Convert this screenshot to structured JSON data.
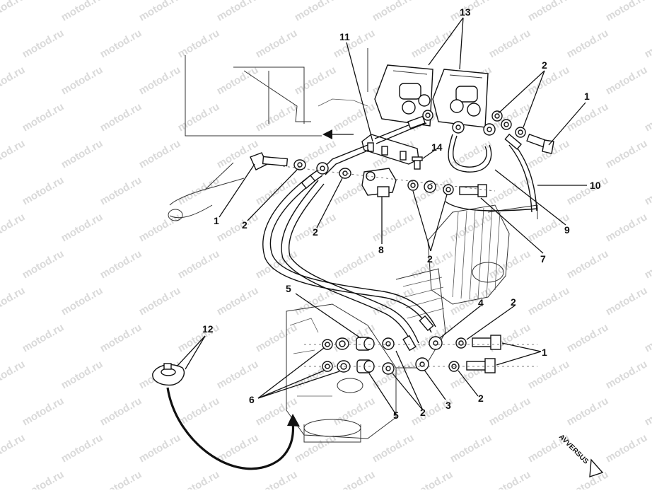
{
  "watermark": "motod.ru",
  "direction_label": "AVVERSUS",
  "callouts": [
    "1",
    "2",
    "3",
    "4",
    "5",
    "6",
    "7",
    "8",
    "9",
    "10",
    "11",
    "12",
    "13",
    "14"
  ]
}
